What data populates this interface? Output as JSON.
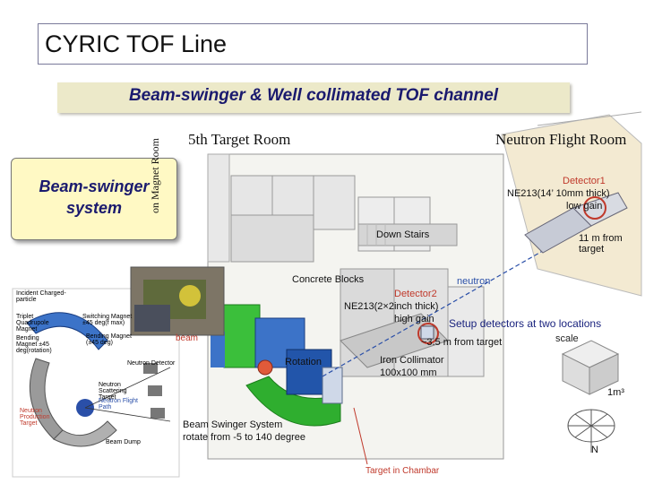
{
  "title": "CYRIC TOF Line",
  "subtitle": "Beam-swinger & Well collimated TOF channel",
  "callout": {
    "line1": "Beam-swinger",
    "line2": "system"
  },
  "labels": {
    "fifth_target_room": "5th Target Room",
    "neutron_flight_room": "Neutron Flight Room",
    "magnet_room": "on Magnet Room",
    "down_stairs": "Down Stairs",
    "concrete_blocks": "Concrete Blocks",
    "neutron": "neutron",
    "detector1": "Detector1",
    "detector1_spec": "NE213(14’ 10mm thick)",
    "detector1_gain": "low gain",
    "detector1_dist": "11 m  from target",
    "detector2": "Detector2",
    "detector2_spec": "NE213(2×2inch thick)",
    "detector2_gain": "high gain",
    "detector2_dist": "~3.5 m  from target",
    "setup": "Setup detectors at two locations",
    "scale": "scale",
    "scale_unit": "1m³",
    "north": "N",
    "iron_collimator_1": "Iron Collimator",
    "iron_collimator_2": "100x100 mm",
    "rotation": "Rotation",
    "beam_swinger_system": "Beam Swinger System",
    "rotate_range": "rotate from -5 to 140 degree",
    "target_in_chamber": "Target in Chambar",
    "beam": "beam"
  },
  "inset_labels": {
    "incident": "Incident Charged-particle",
    "triplet": "Triplet Quadrupole Magnet",
    "switching": "Switching Magnet ±45 deg(f max)",
    "neutron_flight": "Neutron Flight Path",
    "bending": "Bending Magnet ±45 deg(rotation)",
    "bending2": "Bending Magnet (±45 deg)",
    "neutron_detector": "Neutron Detector",
    "scattering": "Neutron Scattering Target",
    "production": "Neutron Production Target",
    "beam_dump": "Beam Dump"
  },
  "colors": {
    "title_border": "#7a7a9a",
    "subtitle_bg": "#ece9c9",
    "subtitle_text": "#1a1a6e",
    "callout_bg": "#fff9c4",
    "accent_red": "#c0392b"
  }
}
